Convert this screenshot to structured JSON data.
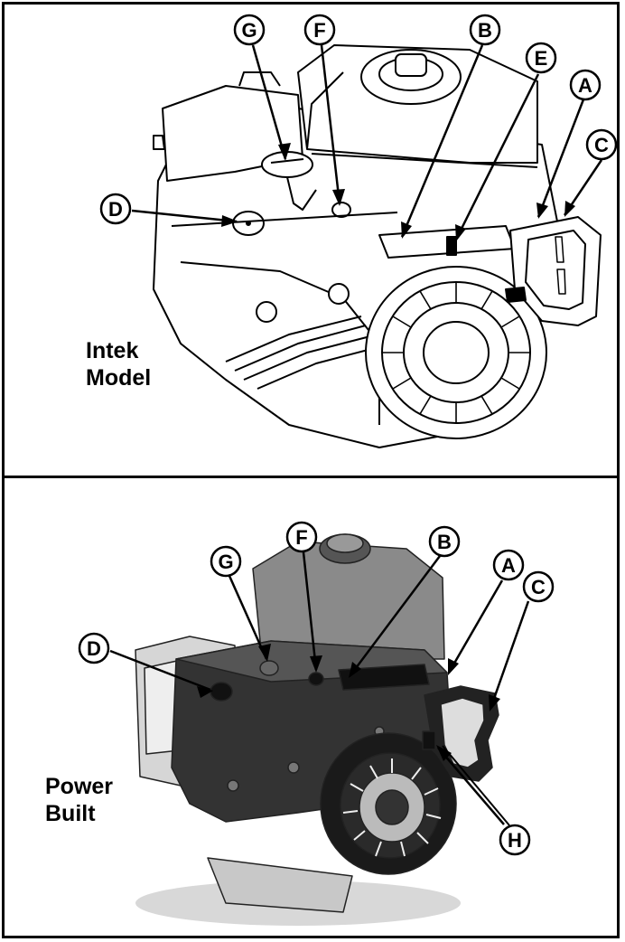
{
  "panels": [
    {
      "model_name": "Intek\nModel",
      "callouts": [
        "G",
        "F",
        "B",
        "E",
        "A",
        "C",
        "D"
      ]
    },
    {
      "model_name": "Power\nBuilt",
      "callouts": [
        "G",
        "F",
        "B",
        "A",
        "C",
        "D",
        "H"
      ]
    }
  ],
  "colors": {
    "line": "#000000",
    "background": "#ffffff",
    "shade_dark": "#333333",
    "shade_mid": "#8a8a8a",
    "shade_light": "#c8c8c8"
  }
}
